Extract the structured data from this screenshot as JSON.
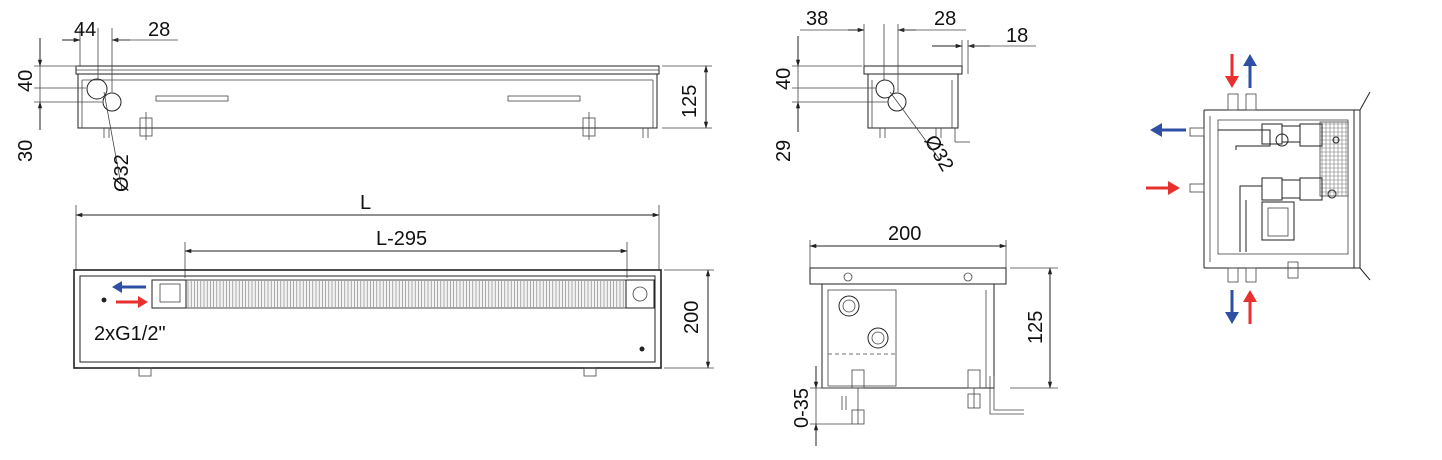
{
  "dimensions": {
    "side_44": "44",
    "side_28": "28",
    "side_40": "40",
    "side_30": "30",
    "side_125": "125",
    "side_d32": "Ø32",
    "mid_38": "38",
    "mid_28": "28",
    "mid_18": "18",
    "mid_40": "40",
    "mid_29": "29",
    "mid_d32": "Ø32",
    "top_L": "L",
    "top_L295": "L-295",
    "top_200": "200",
    "connection": "2xG1/2\"",
    "front_200": "200",
    "front_125": "125",
    "front_035": "0-35"
  },
  "colors": {
    "flow_red": "#e8312f",
    "return_blue": "#2e4fa3",
    "line": "#222222"
  }
}
